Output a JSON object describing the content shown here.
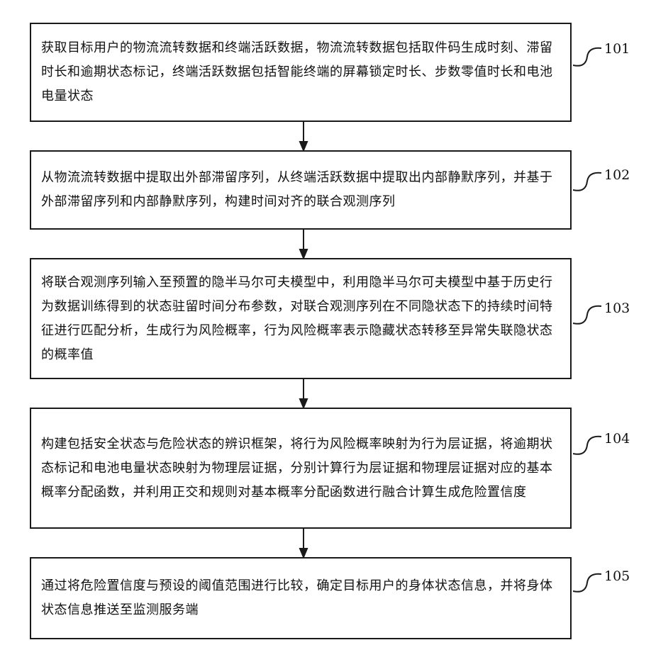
{
  "steps": [
    {
      "id": "101",
      "text": "获取目标用户的物流流转数据和终端活跃数据，物流流转数据包括取件码生成时刻、滞留时长和逾期状态标记，终端活跃数据包括智能终端的屏幕锁定时长、步数零值时长和电池电量状态"
    },
    {
      "id": "102",
      "text": "从物流流转数据中提取出外部滞留序列，从终端活跃数据中提取出内部静默序列，并基于外部滞留序列和内部静默序列，构建时间对齐的联合观测序列"
    },
    {
      "id": "103",
      "text": "将联合观测序列输入至预置的隐半马尔可夫模型中，利用隐半马尔可夫模型中基于历史行为数据训练得到的状态驻留时间分布参数，对联合观测序列在不同隐状态下的持续时间特征进行匹配分析，生成行为风险概率，行为风险概率表示隐藏状态转移至异常失联隐状态的概率值"
    },
    {
      "id": "104",
      "text": "构建包括安全状态与危险状态的辨识框架，将行为风险概率映射为行为层证据，将逾期状态标记和电池电量状态映射为物理层证据，分别计算行为层证据和物理层证据对应的基本概率分配函数，并利用正交和规则对基本概率分配函数进行融合计算生成危险置信度"
    },
    {
      "id": "105",
      "text": "通过将危险置信度与预设的阈值范围进行比较，确定目标用户的身体状态信息，并将身体状态信息推送至监测服务端"
    }
  ]
}
